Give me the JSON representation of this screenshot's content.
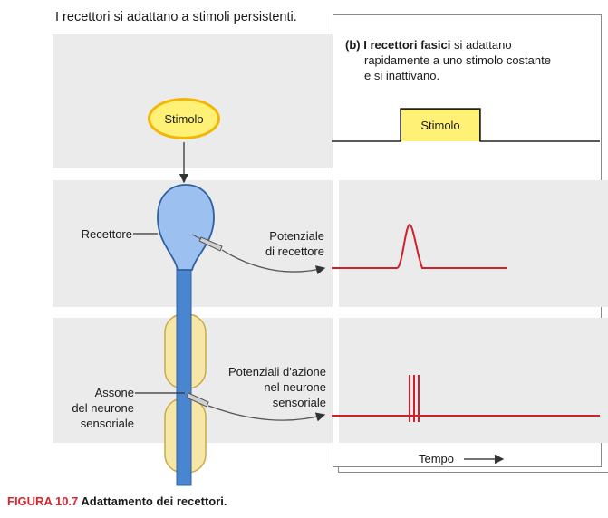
{
  "headline": "I recettori si adattano a stimoli persistenti.",
  "panel": {
    "tag": "(b)",
    "bold_text": "I recettori fasici",
    "rest_line1": " si adattano",
    "rest_line2": "rapidamente a uno stimolo costante",
    "rest_line3": "e si inattivano."
  },
  "diagram": {
    "stimulus_label": "Stimolo",
    "receptor_label": "Recettore",
    "receptor_potential_line1": "Potenziale",
    "receptor_potential_line2": "di recettore",
    "axon_label_line1": "Assone",
    "axon_label_line2": "del neurone",
    "axon_label_line3": "sensoriale",
    "action_potentials_line1": "Potenziali d'azione",
    "action_potentials_line2": "nel neurone",
    "action_potentials_line3": "sensoriale"
  },
  "traces": {
    "stimulus_box_label": "Stimolo",
    "time_axis_label": "Tempo"
  },
  "caption": {
    "figure_number": "FIGURA 10.7",
    "title": "Adattamento dei recettori."
  },
  "colors": {
    "band_gray": "#ebebeb",
    "neuron_blue": "#4a86d0",
    "myelin_yellow": "#f7e7a6",
    "stimulus_yellow": "#fff176",
    "stimulus_border": "#f2b705",
    "trace_red": "#d0202a",
    "caption_red": "#d5272f"
  }
}
